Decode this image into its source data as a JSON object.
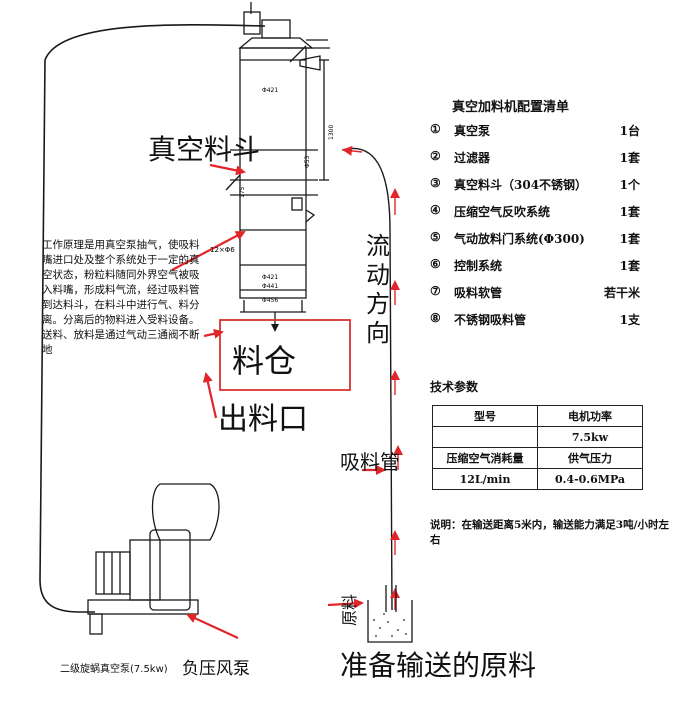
{
  "labels": {
    "hopper": "真空料斗",
    "silo": "料仓",
    "outlet": "出料口",
    "flow_direction": "流动方向",
    "suction_pipe": "吸料管",
    "raw_material": "原料",
    "prepare": "准备输送的原料",
    "pump_caption": "二级旋蜗真空泵(7.5kw)",
    "pump_name": "负压风泵"
  },
  "description": "工作原理是用真空泵抽气，使吸料嘴进口处及整个系统处于一定的真空状态，粉粒料随同外界空气被吸入料嘴，形成料气流，经过吸料管到达料斗，在料斗中进行气、料分离。分离后的物料进入受料设备。送料、放料是通过气动三通阀不断地",
  "dimensions": {
    "d1": "Φ421",
    "d2": "Φ421",
    "d3": "Φ441",
    "d4": "Φ456",
    "d5": "Φ53",
    "h1": "1300",
    "h2": "175",
    "bolts": "12×Φ6"
  },
  "config": {
    "title": "真空加料机配置清单",
    "items": [
      {
        "num": "①",
        "name": "真空泵",
        "qty": "1台"
      },
      {
        "num": "②",
        "name": "过滤器",
        "qty": "1套"
      },
      {
        "num": "③",
        "name": "真空料斗（304不锈钢）",
        "qty": "1个"
      },
      {
        "num": "④",
        "name": "压缩空气反吹系统",
        "qty": "1套"
      },
      {
        "num": "⑤",
        "name": "气动放料门系统(Φ300)",
        "qty": "1套"
      },
      {
        "num": "⑥",
        "name": "控制系统",
        "qty": "1套"
      },
      {
        "num": "⑦",
        "name": "吸料软管",
        "qty": "若干米"
      },
      {
        "num": "⑧",
        "name": "不锈钢吸料管",
        "qty": "1支"
      }
    ]
  },
  "tech": {
    "title": "技术参数",
    "table": [
      [
        "型号",
        "电机功率"
      ],
      [
        "",
        "7.5kw"
      ],
      [
        "压缩空气消耗量",
        "供气压力"
      ],
      [
        "12L/min",
        "0.4-0.6MPa"
      ]
    ],
    "note": "说明：在输送距离5米内，输送能力满足3吨/小时左右"
  },
  "colors": {
    "arrow": "#e0262a",
    "line": "#1a1a1a",
    "box": "#d8322f"
  }
}
